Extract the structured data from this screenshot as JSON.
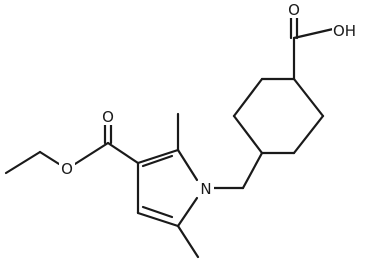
{
  "molecule": {
    "atoms": {
      "carboxyl_carbonyl_o": "O",
      "carboxyl_hydroxyl": "OH",
      "ester_carbonyl_o": "O",
      "ester_ether_o": "O",
      "pyrrole_n": "N"
    },
    "colors": {
      "bond": "#1a1a1a",
      "background": "#ffffff"
    }
  }
}
